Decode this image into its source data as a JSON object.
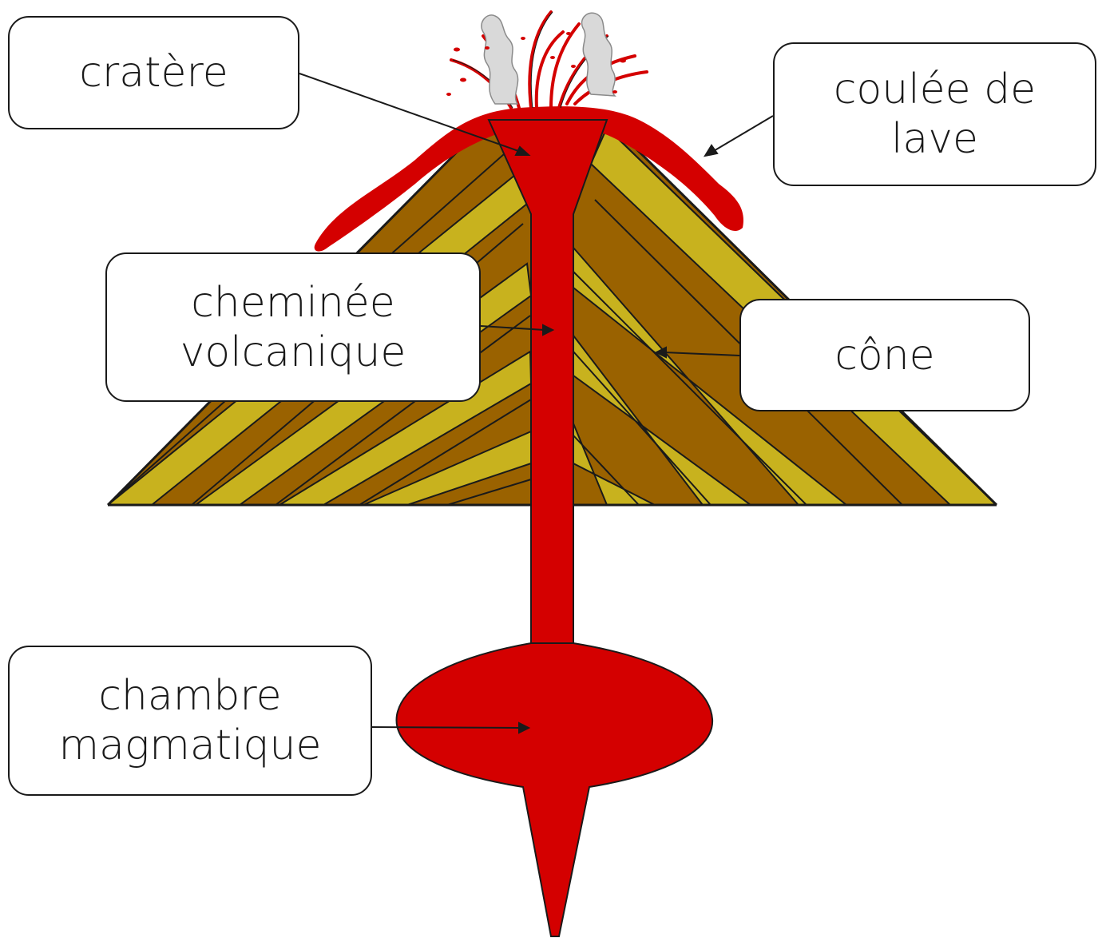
{
  "labels": {
    "cratere": "cratère",
    "coulee_line1": "coulée de",
    "coulee_line2": "lave",
    "cheminee_line1": "cheminée",
    "cheminee_line2": "volcanique",
    "cone": "cône",
    "chambre_line1": "chambre",
    "chambre_line2": "magmatique"
  },
  "colors": {
    "lava": "#d40000",
    "rock_dark": "#9a6200",
    "rock_light": "#c8b21e",
    "smoke": "#d9d9d9",
    "outline": "#1a1a1a"
  }
}
